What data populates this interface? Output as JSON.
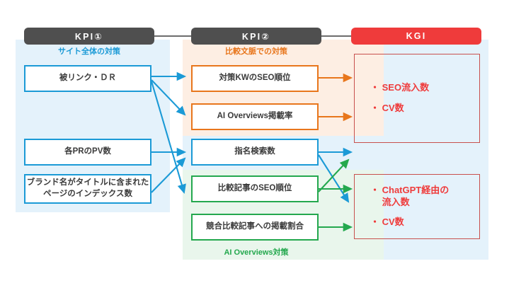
{
  "diagram": {
    "title_pills": [
      {
        "id": "kpi1",
        "label": "KPI①"
      },
      {
        "id": "kpi2",
        "label": "KPI②"
      },
      {
        "id": "kgi",
        "label": "KGI"
      }
    ],
    "captions": {
      "site_wide": "サイト全体の対策",
      "comparison_context": "比較文脈での対策",
      "ai_overviews": "AI Overviews対策"
    },
    "kpi1_boxes": [
      {
        "id": "backlink-dr",
        "label": "被リンク・ＤＲ",
        "color": "blue"
      },
      {
        "id": "pr-pv",
        "label": "各PRのPV数",
        "color": "blue"
      },
      {
        "id": "brand-index",
        "label": "ブランド名がタイトルに含まれた\nページのインデックス数",
        "color": "blue"
      }
    ],
    "kpi2_boxes": [
      {
        "id": "target-kw-seo-rank",
        "label": "対策KWのSEO順位",
        "color": "orange"
      },
      {
        "id": "ai-overviews-rate",
        "label": "AI Overviews掲載率",
        "color": "orange"
      },
      {
        "id": "branded-search",
        "label": "指名検索数",
        "color": "blue"
      },
      {
        "id": "comparison-seo-rank",
        "label": "比較記事のSEO順位",
        "color": "green"
      },
      {
        "id": "competitor-ratio",
        "label": "競合比較記事への掲載割合",
        "color": "green"
      }
    ],
    "kgi_boxes": [
      {
        "id": "kgi-seo",
        "items": [
          "・ SEO流入数",
          "・ CV数"
        ]
      },
      {
        "id": "kgi-chatgpt",
        "items": [
          "・ ChatGPT経由の\n　 流入数",
          "・ CV数"
        ]
      }
    ],
    "colors": {
      "blue": "#1b9ad6",
      "orange": "#e8761c",
      "green": "#24a84e",
      "red": "#ef3b3b",
      "dark": "#4f4f4f",
      "kgi_border": "#c8504d",
      "band_blue": "#e4f2fb",
      "band_orange": "#fdeee3",
      "band_green": "#e9f6ec"
    }
  }
}
